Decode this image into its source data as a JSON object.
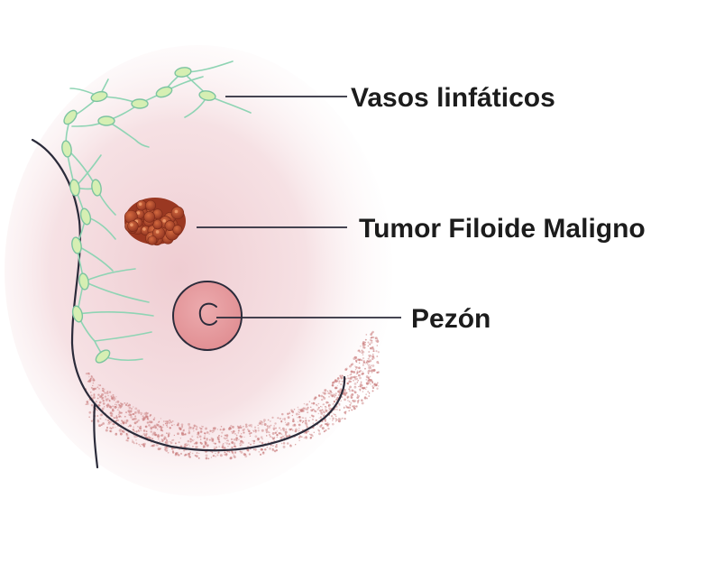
{
  "labels": {
    "lymph_vessels": "Vasos linfáticos",
    "tumor": "Tumor Filoide Maligno",
    "nipple": "Pezón"
  },
  "icons": {
    "lymph_vessels": "lymph-vessels-icon",
    "tumor": "tumor-icon",
    "nipple": "nipple-icon",
    "breast": "breast-outline-icon"
  },
  "colors": {
    "outline": "#2b2b3a",
    "lymph": "#8fd4b4",
    "lymph_node": "#d6efb3",
    "tumor": "#b5482c",
    "tumor_highlight": "#e88a55",
    "areola": "#e79b9d",
    "skin_glow": "#f6dfe2",
    "stipple": "#c97c7c",
    "text": "#1c1c1c"
  }
}
